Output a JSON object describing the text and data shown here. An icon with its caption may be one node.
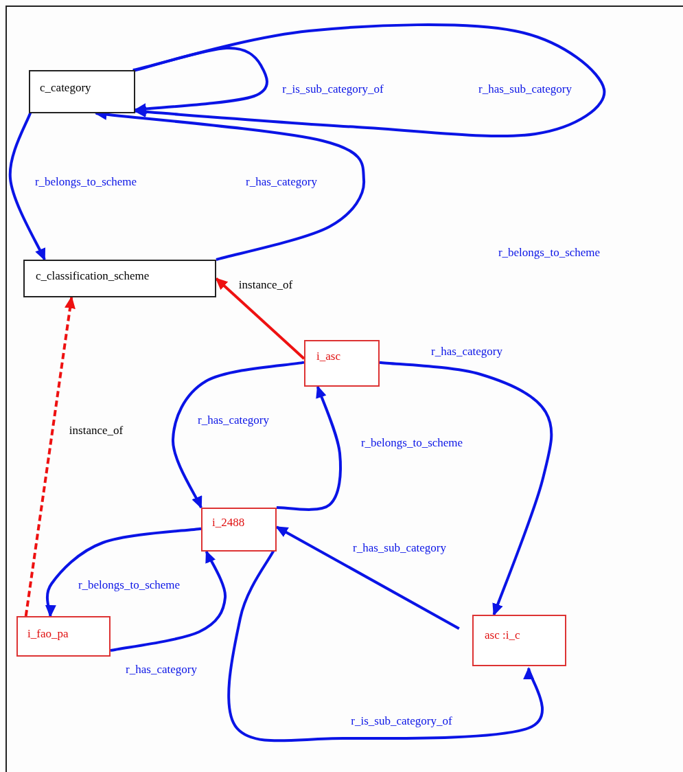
{
  "diagram": {
    "nodes": [
      {
        "text": [
          "c_category"
        ]
      },
      {
        "text": [
          "c_classification_scheme"
        ]
      },
      {
        "text": [
          "i_asc"
        ]
      },
      {
        "text": [
          "i_2488"
        ]
      },
      {
        "text": [
          "i_fao_pa"
        ]
      },
      {
        "text": [
          "asc :i_c"
        ]
      }
    ],
    "edges": [
      {
        "from": 0,
        "to": 0,
        "arrow": "to",
        "label": "r_is_sub_category_of"
      },
      {
        "from": 0,
        "to": 0,
        "arrow": "to",
        "label": "r_has_sub_category"
      },
      {
        "from": 1,
        "to": 0,
        "arrow": "to",
        "label": "r_has_category"
      },
      {
        "from": 0,
        "to": 1,
        "arrow": "to",
        "label": "r_belongs_to_scheme"
      },
      {
        "from": 2,
        "to": 1,
        "arrow": "to",
        "label": "instance_of",
        "color": "#ee1111"
      },
      {
        "from": 4,
        "to": 1,
        "arrow": "to",
        "label": "instance_of",
        "color": "#ee1111",
        "style": "dashed"
      },
      {
        "from": 2,
        "to": 3,
        "arrow": "to",
        "label": "r_has_category"
      },
      {
        "from": 3,
        "to": 2,
        "arrow": "to",
        "label": "r_belongs_to_scheme"
      },
      {
        "from": 2,
        "to": 5,
        "arrow": "to",
        "label": "r_has_category"
      },
      {
        "from": 5,
        "to": 3,
        "arrow": "to",
        "label": "r_has_sub_category"
      },
      {
        "from": 3,
        "to": 4,
        "arrow": "to",
        "label": "r_belongs_to_scheme"
      },
      {
        "from": 4,
        "to": 3,
        "arrow": "to",
        "label": "r_has_category"
      },
      {
        "from": 3,
        "to": 5,
        "arrow": "to",
        "label": "r_is_sub_category_of"
      }
    ],
    "labels": [
      "r_belongs_to_scheme"
    ]
  }
}
